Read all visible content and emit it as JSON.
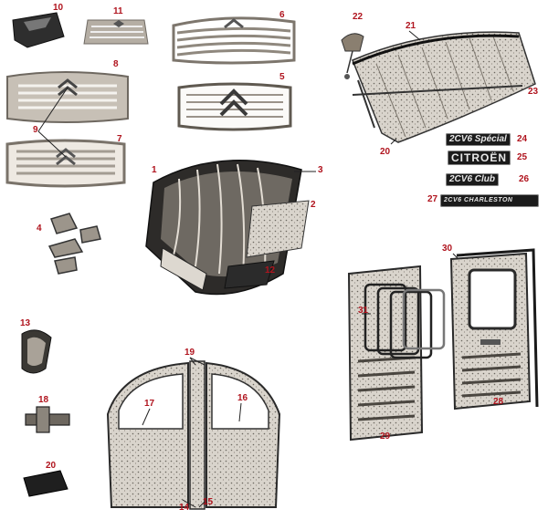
{
  "callouts": {
    "n1": "1",
    "n2": "2",
    "n3": "3",
    "n4": "4",
    "n5": "5",
    "n6": "6",
    "n7": "7",
    "n8": "8",
    "n9": "9",
    "n10": "10",
    "n11": "11",
    "n12": "12",
    "n13": "13",
    "n14": "14",
    "n15": "15",
    "n16": "16",
    "n17": "17",
    "n18": "18",
    "n19": "19",
    "n20a": "20",
    "n20b": "20",
    "n21": "21",
    "n22": "22",
    "n23": "23",
    "n24": "24",
    "n25": "25",
    "n26": "26",
    "n27": "27",
    "n28": "28",
    "n29": "29",
    "n30": "30",
    "n31": "31"
  },
  "badges": {
    "b24": "2CV6 Spécial",
    "b25": "CITROËN",
    "b26": "2CV6 Club",
    "b27": "2CV6 CHARLESTON"
  },
  "colors": {
    "callout": "#b0141e",
    "metal": "#8a8a8a",
    "dark": "#2a2a2a",
    "chrome": "#c9c2b8"
  }
}
